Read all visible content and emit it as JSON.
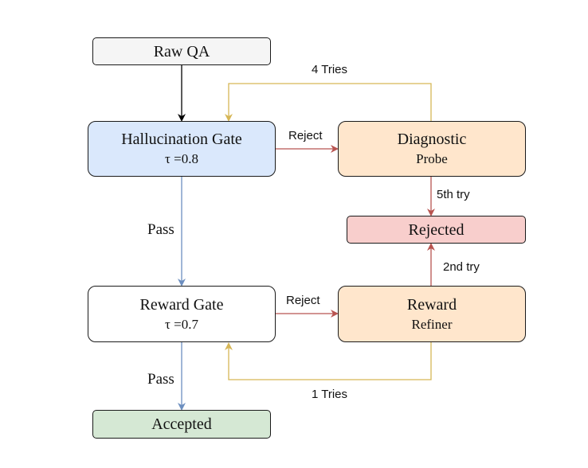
{
  "colors": {
    "gray_fill": "#f5f5f5",
    "blue_fill": "#dae8fc",
    "white_fill": "#ffffff",
    "orange_fill": "#ffe6cc",
    "red_fill": "#f8cecc",
    "green_fill": "#d5e8d4",
    "black_edge": "#000000",
    "blue_edge": "#6c8ebf",
    "red_edge": "#b85450",
    "yellow_edge": "#d6b656"
  },
  "nodes": {
    "raw_qa": {
      "title": "Raw QA"
    },
    "hallucination_gate": {
      "title": "Hallucination Gate",
      "subtitle": "τ =0.8"
    },
    "diagnostic_probe": {
      "title": "Diagnostic",
      "subtitle": "Probe"
    },
    "rejected": {
      "title": "Rejected"
    },
    "reward_gate": {
      "title": "Reward Gate",
      "subtitle": "τ =0.7"
    },
    "reward_refiner": {
      "title": "Reward",
      "subtitle": "Refiner"
    },
    "accepted": {
      "title": "Accepted"
    }
  },
  "edges": {
    "four_tries": "4 Tries",
    "reject_top": "Reject",
    "fifth_try": "5th try",
    "pass_top": "Pass",
    "second_try": "2nd try",
    "reject_bottom": "Reject",
    "pass_bottom": "Pass",
    "one_tries": "1 Tries"
  }
}
